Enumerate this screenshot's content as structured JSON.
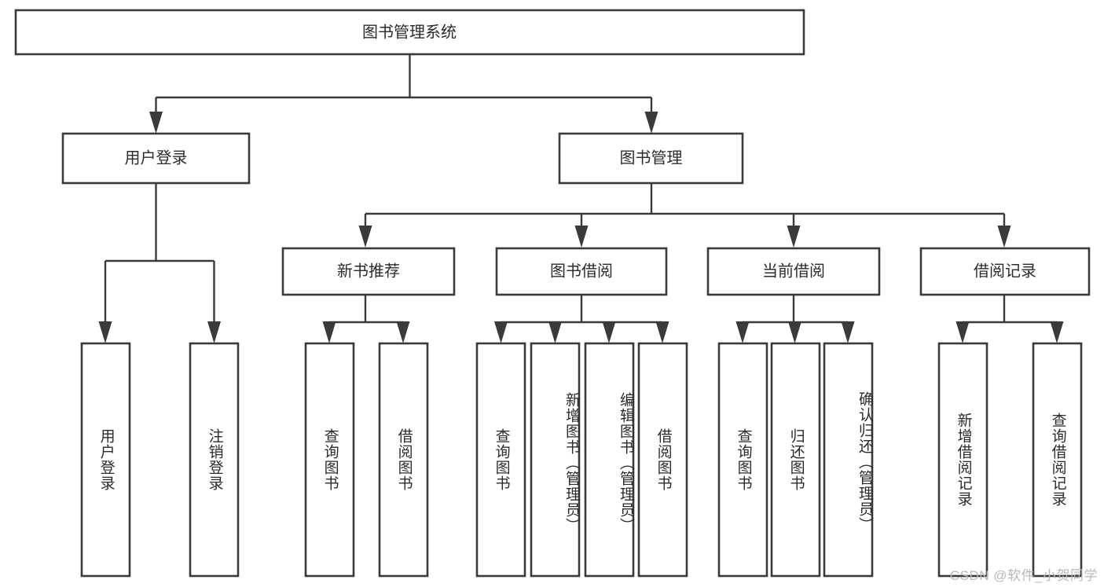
{
  "diagram": {
    "title": "图书管理系统",
    "type": "tree",
    "watermark": "CSDN @软件_小贺同学",
    "levels": {
      "root": {
        "label": "图书管理系统"
      },
      "level2": [
        {
          "label": "用户登录"
        },
        {
          "label": "图书管理"
        }
      ],
      "level3": [
        {
          "label": "新书推荐"
        },
        {
          "label": "图书借阅"
        },
        {
          "label": "当前借阅"
        },
        {
          "label": "借阅记录"
        }
      ],
      "leaves": {
        "user_login": [
          {
            "label": "用户登录"
          },
          {
            "label": "注销登录"
          }
        ],
        "new_book_recommend": [
          {
            "label": "查询图书"
          },
          {
            "label": "借阅图书"
          }
        ],
        "book_borrow": [
          {
            "label": "查询图书"
          },
          {
            "label": "新增图书（管理员）"
          },
          {
            "label": "编辑图书（管理员）"
          },
          {
            "label": "借阅图书"
          }
        ],
        "current_borrow": [
          {
            "label": "查询图书"
          },
          {
            "label": "归还图书"
          },
          {
            "label": "确认归还（管理员）"
          }
        ],
        "borrow_record": [
          {
            "label": "新增借阅记录"
          },
          {
            "label": "查询借阅记录"
          }
        ]
      }
    },
    "colors": {
      "stroke": "#3a3a3a",
      "fill": "#ffffff",
      "text": "#2b2b2b",
      "watermark": "#b9b9b9"
    }
  }
}
